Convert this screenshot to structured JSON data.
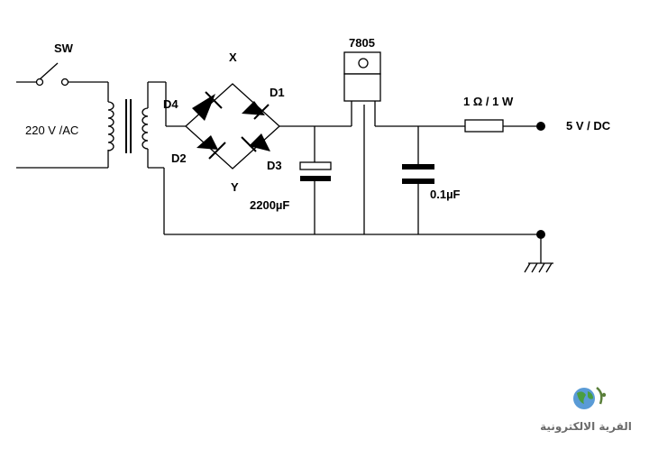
{
  "labels": {
    "sw": "SW",
    "ac_input": "220 V /AC",
    "node_x": "X",
    "node_y": "Y",
    "d1": "D1",
    "d2": "D2",
    "d3": "D3",
    "d4": "D4",
    "regulator": "7805",
    "cap_big": "2200µF",
    "cap_small": "0.1µF",
    "resistor": "1 Ω / 1 W",
    "output": "5 V / DC"
  },
  "logo": {
    "text": "القرية الالكترونية",
    "icon": "globe-logo-icon"
  }
}
